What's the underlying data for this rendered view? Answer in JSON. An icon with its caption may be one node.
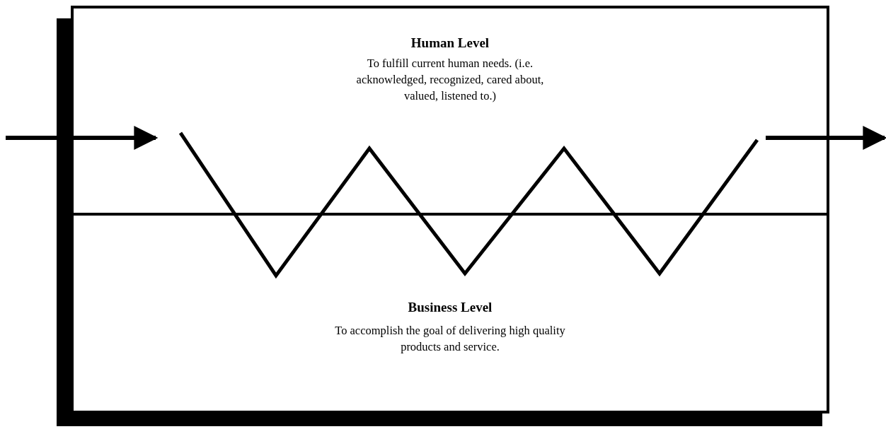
{
  "diagram": {
    "nodes": [
      {
        "text": [
          "Human Level",
          "To fulfill current human needs. (i.e. acknowledged, recognized, cared about, valued, listened to.)"
        ]
      },
      {
        "text": [
          "Business Level",
          "To accomplish the goal of delivering high quality products and service."
        ]
      },
      {
        "text": [],
        "shape": "zigzag"
      }
    ],
    "edges": [
      {
        "from": null,
        "to": 2,
        "arrow": "to"
      },
      {
        "from": 2,
        "to": null,
        "arrow": "to"
      }
    ]
  }
}
